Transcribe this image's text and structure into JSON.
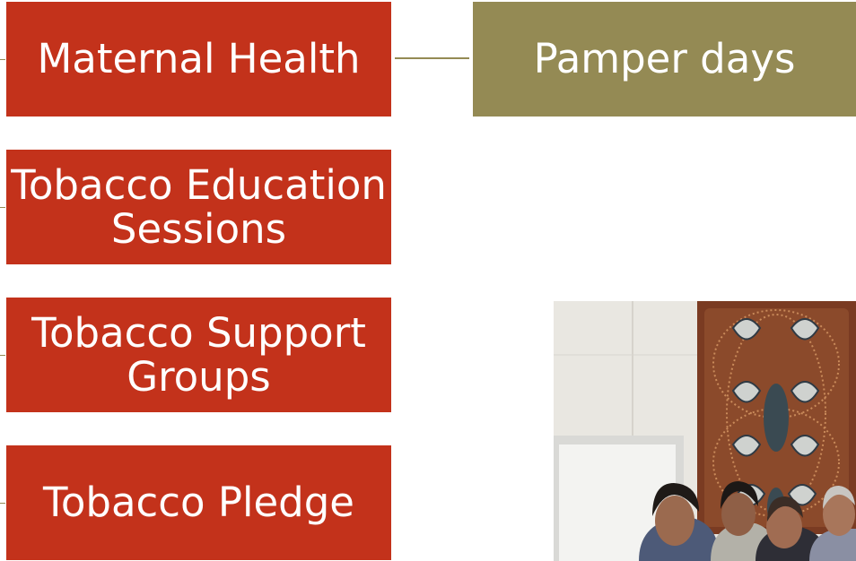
{
  "boxes": {
    "maternal_health": "Maternal Health",
    "tobacco_education_line1": "Tobacco Education",
    "tobacco_education_line2": "Sessions",
    "tobacco_support_line1": "Tobacco Support",
    "tobacco_support_line2": "Groups",
    "tobacco_pledge": "Tobacco Pledge",
    "pamper_days": "Pamper days"
  },
  "colors": {
    "primary_box": "#c3321b",
    "secondary_box": "#948a54",
    "connector": "#948a54"
  }
}
